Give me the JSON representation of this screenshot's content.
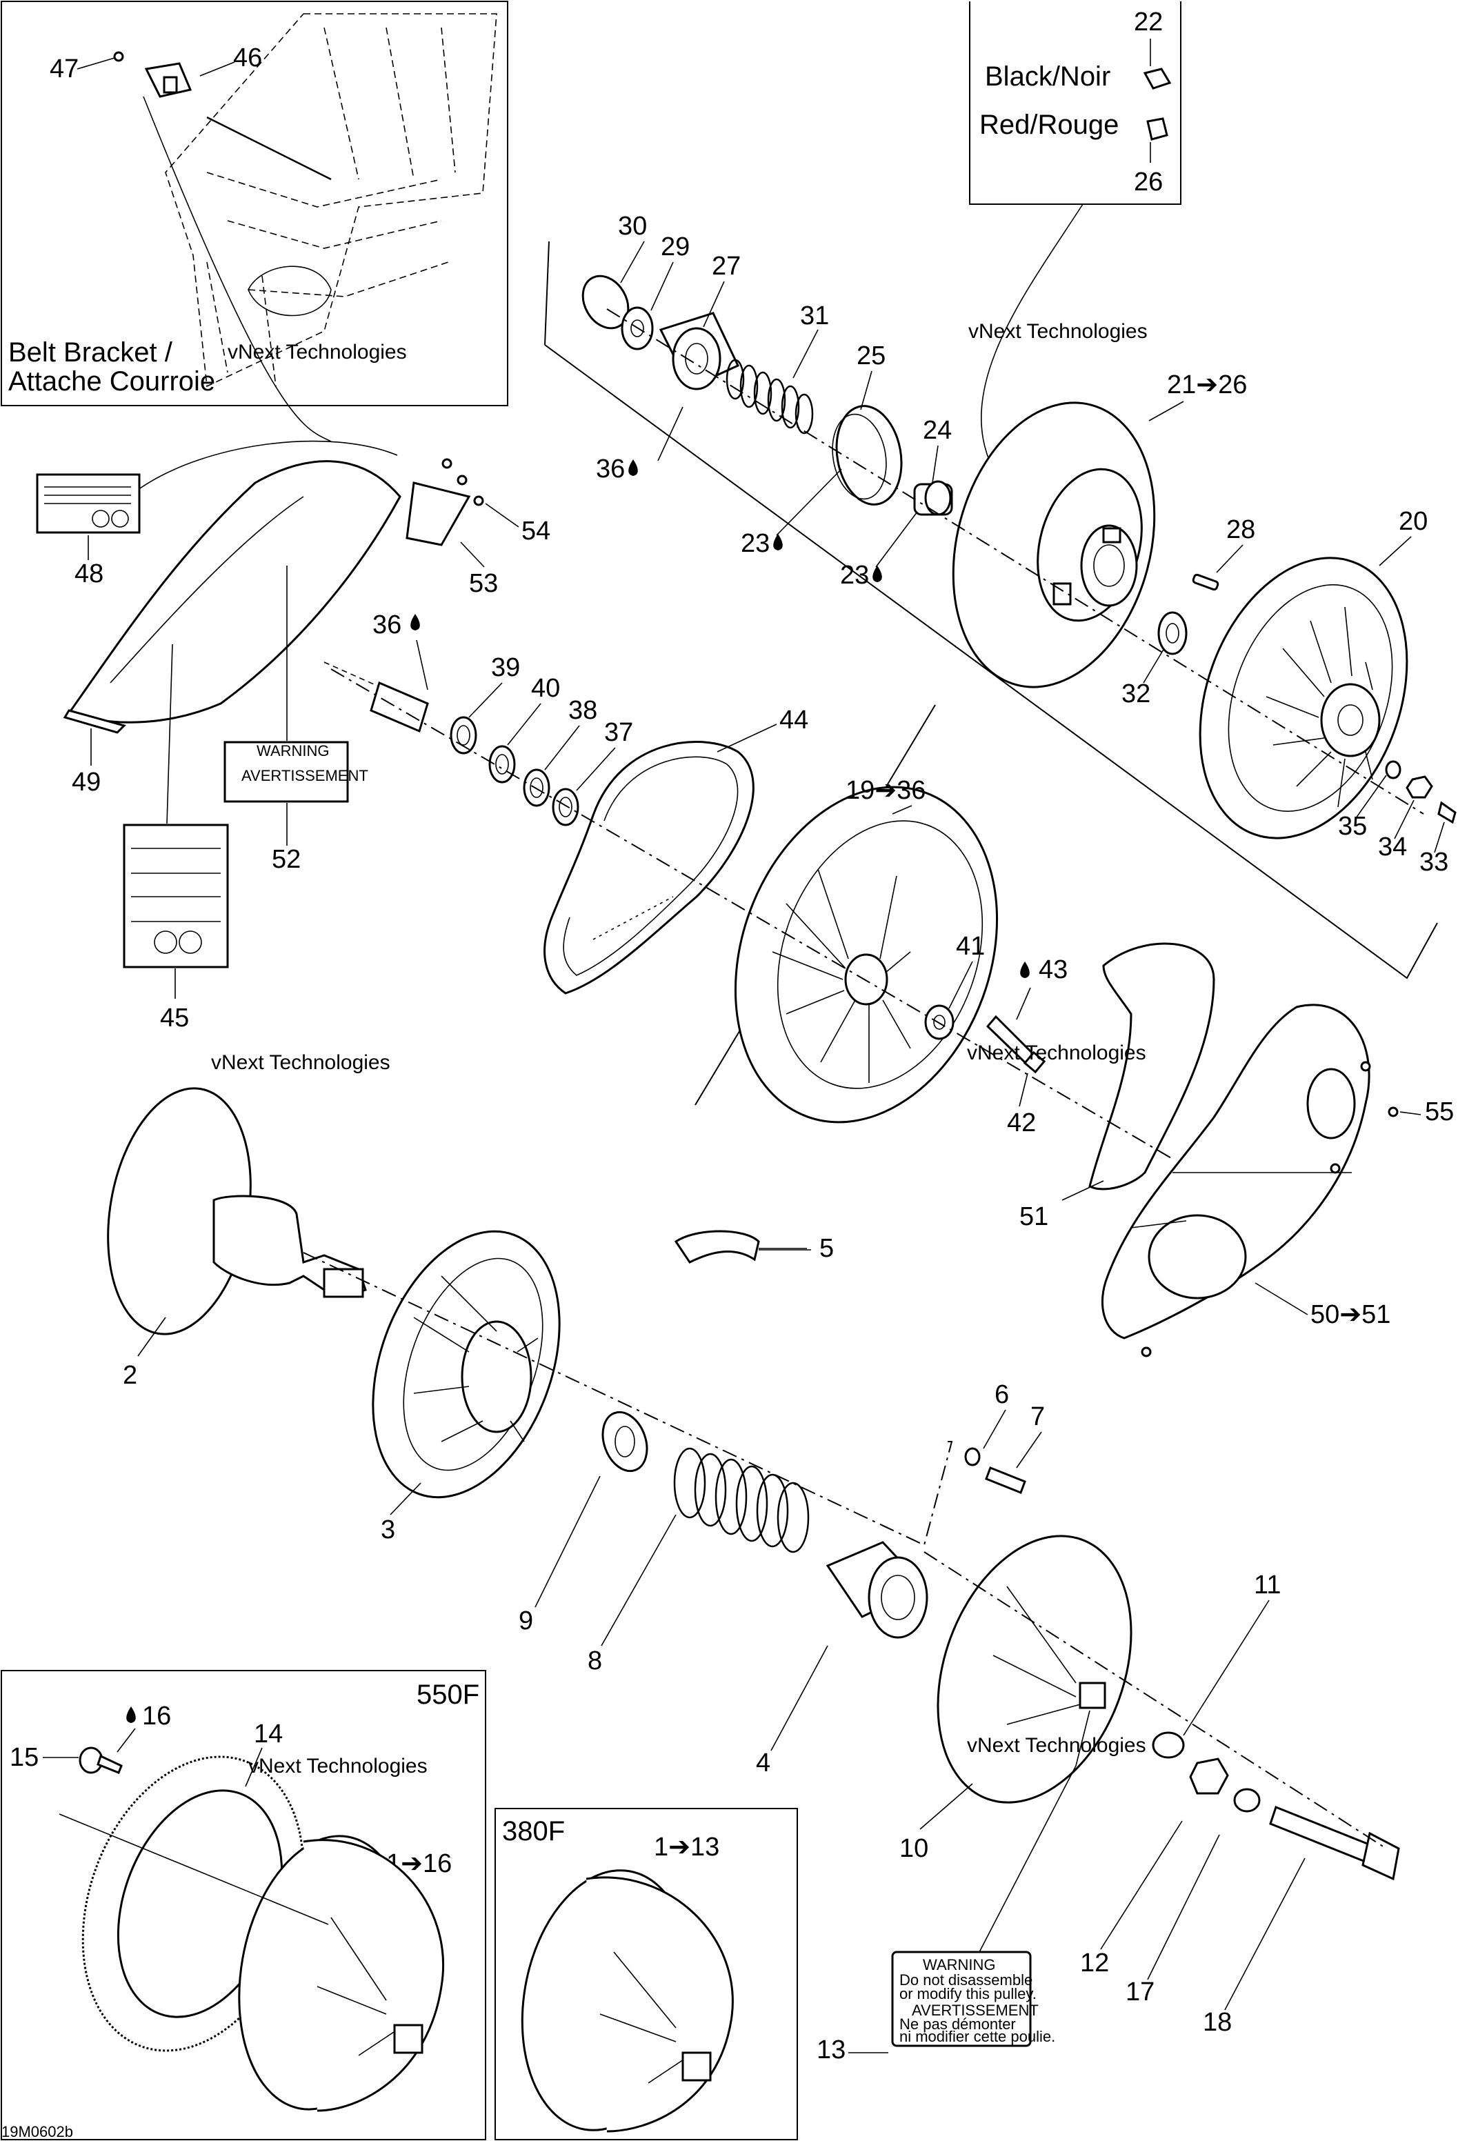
{
  "diagram": {
    "doc_code": "19M0602b",
    "watermark": "vNext Technologies",
    "insets": {
      "belt_bracket": [
        "Belt Bracket /",
        "Attache Courroie"
      ],
      "wire_colors": {
        "top_number": "22",
        "black": "Black/Noir",
        "red": "Red/Rouge",
        "bottom_number": "26"
      },
      "variant_550": {
        "title": "550F",
        "range": "1➔16"
      },
      "variant_380": {
        "title": "380F",
        "range": "1➔13"
      }
    },
    "callouts": {
      "n2": "2",
      "n3": "3",
      "n4": "4",
      "n5": "5",
      "n6": "6",
      "n7": "7",
      "n8": "8",
      "n9": "9",
      "n10": "10",
      "n11": "11",
      "n12": "12",
      "n13": "13",
      "n14": "14",
      "n15": "15",
      "n16": "16",
      "n17": "17",
      "n18": "18",
      "n19": "19➔36",
      "n20": "20",
      "n21": "21➔26",
      "n23a": "23",
      "n23b": "23",
      "n24": "24",
      "n25": "25",
      "n27": "27",
      "n28": "28",
      "n29": "29",
      "n30": "30",
      "n31": "31",
      "n32": "32",
      "n33": "33",
      "n34": "34",
      "n35": "35",
      "n36a": "36",
      "n36b": "36",
      "n37": "37",
      "n38": "38",
      "n39": "39",
      "n40": "40",
      "n41": "41",
      "n42": "42",
      "n43": "43",
      "n44": "44",
      "n45": "45",
      "n46": "46",
      "n47": "47",
      "n48": "48",
      "n49": "49",
      "n50": "50➔51",
      "n51": "51",
      "n52": "52",
      "n53": "53",
      "n54": "54",
      "n55": "55"
    },
    "labels": {
      "warning_13": [
        "WARNING",
        "Do not disassemble",
        "or modify this pulley.",
        "AVERTISSEMENT",
        "Ne pas démonter",
        "ni modifier cette poulie."
      ],
      "warning_52": [
        "WARNING",
        "AVERTISSEMENT"
      ]
    },
    "colors": {
      "line": "#000000",
      "watermark": "#c9c9c9",
      "background": "#ffffff"
    }
  }
}
